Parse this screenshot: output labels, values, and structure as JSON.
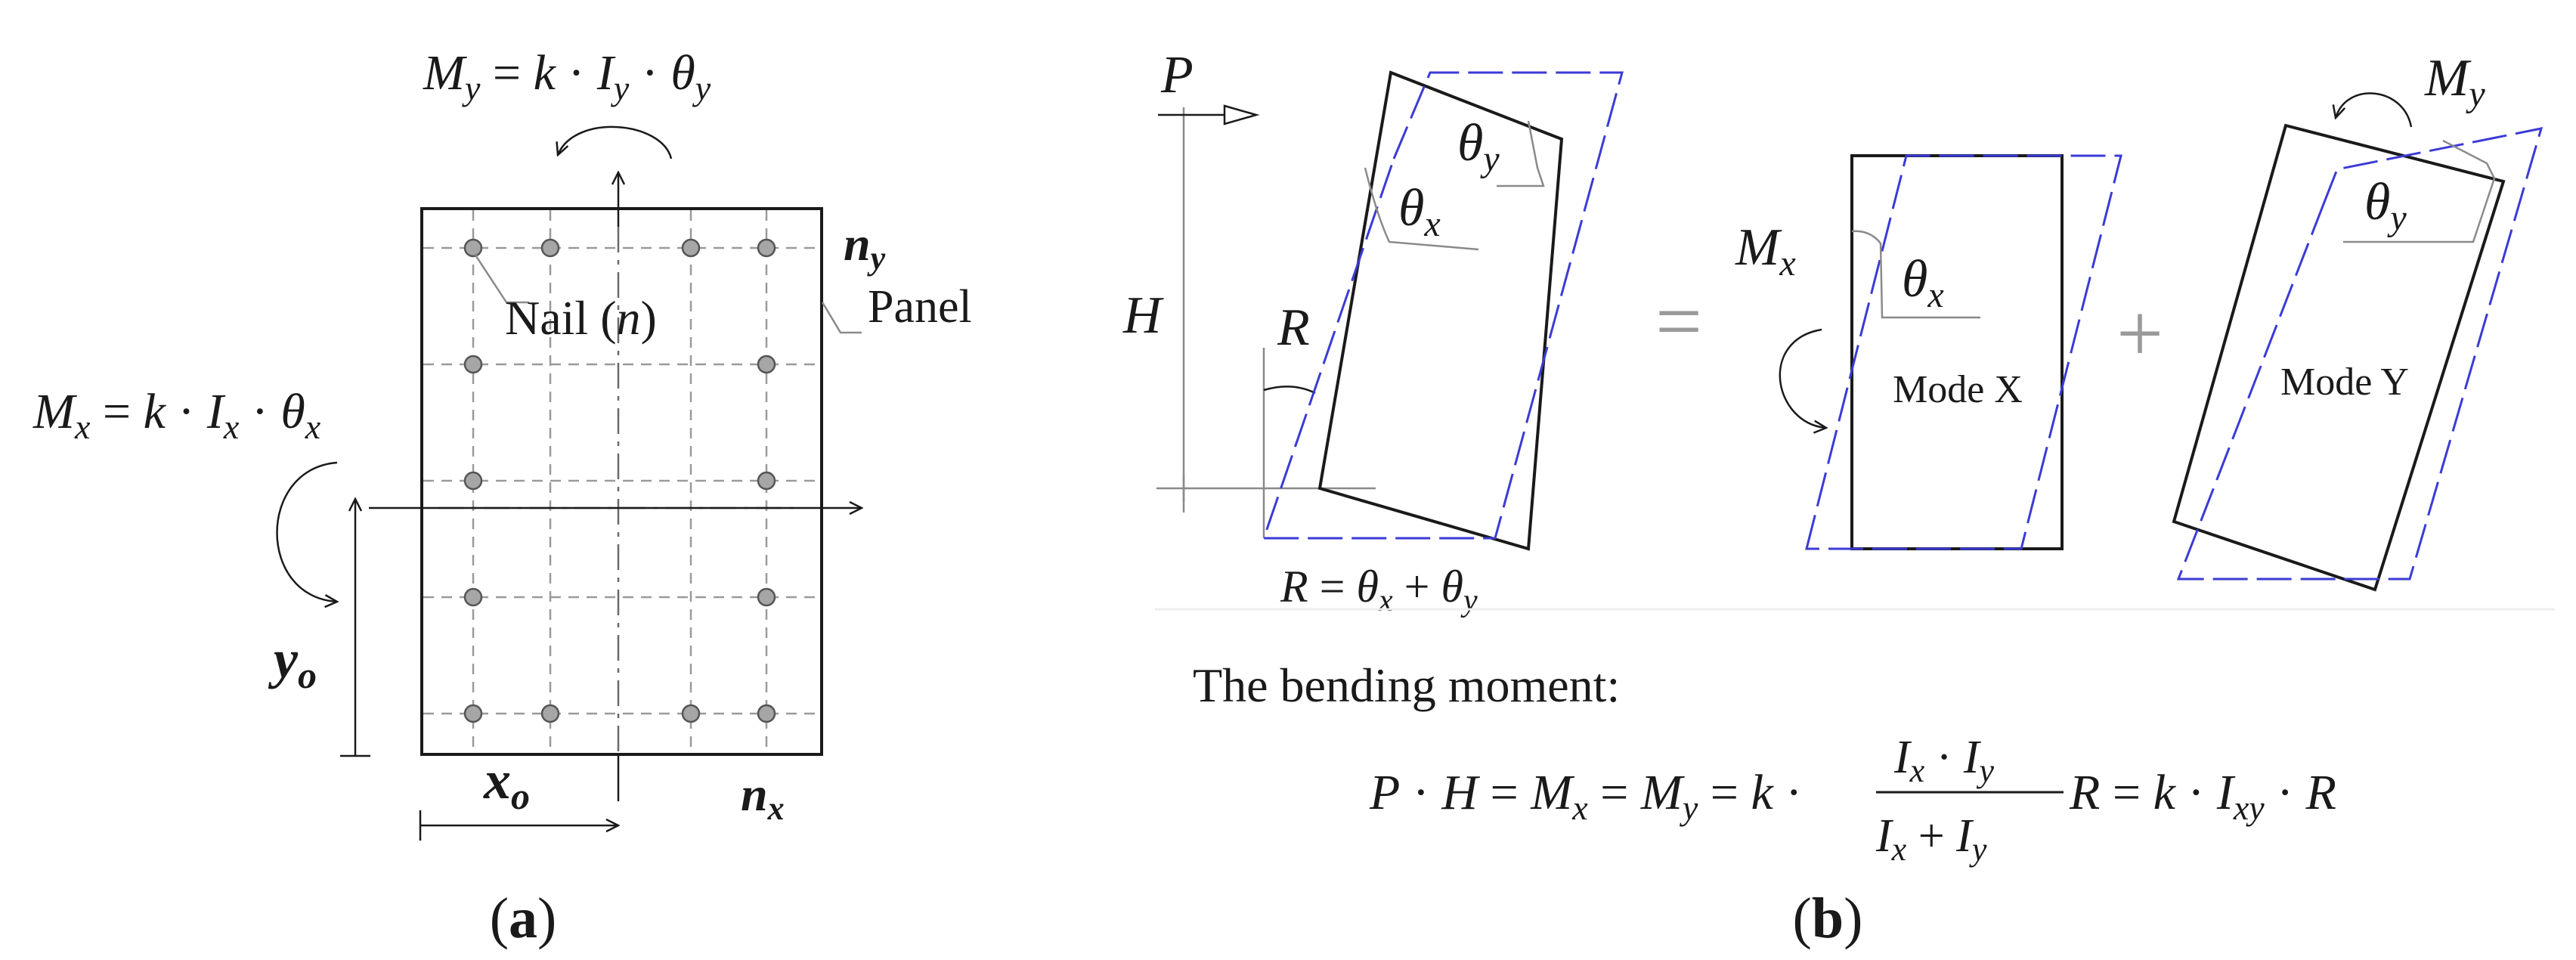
{
  "panel_a": {
    "caption": "(a)",
    "eq_my": "M_y = k · I_y · θ_y",
    "eq_mx": "M_x = k · I_x · θ_x",
    "nail_label": "Nail (n)",
    "panel_label": "Panel",
    "ny_label": "n_y",
    "nx_label": "n_x",
    "yo_label": "y_o",
    "xo_label": "x_o"
  },
  "panel_b": {
    "caption": "(b)",
    "p_label": "P",
    "h_label": "H",
    "r_label": "R",
    "theta_x": "θ_x",
    "theta_y": "θ_y",
    "r_equation": "R = θ_x + θ_y",
    "equals_sign": "=",
    "plus_sign": "+",
    "mx_label": "M_x",
    "my_label": "M_y",
    "mode_x": "Mode X",
    "mode_y": "Mode Y",
    "bending_moment_text": "The bending moment:",
    "final_equation": "P · H = M_x = M_y = k · (I_x · I_y)/(I_x + I_y) R = k · I_xy · R"
  },
  "colors": {
    "ink": "#1a1a1a",
    "deformed": "#3b3bd6",
    "grid": "#9a9a9a",
    "nail": "#a6a6a6",
    "leader": "#8a8a8a"
  }
}
